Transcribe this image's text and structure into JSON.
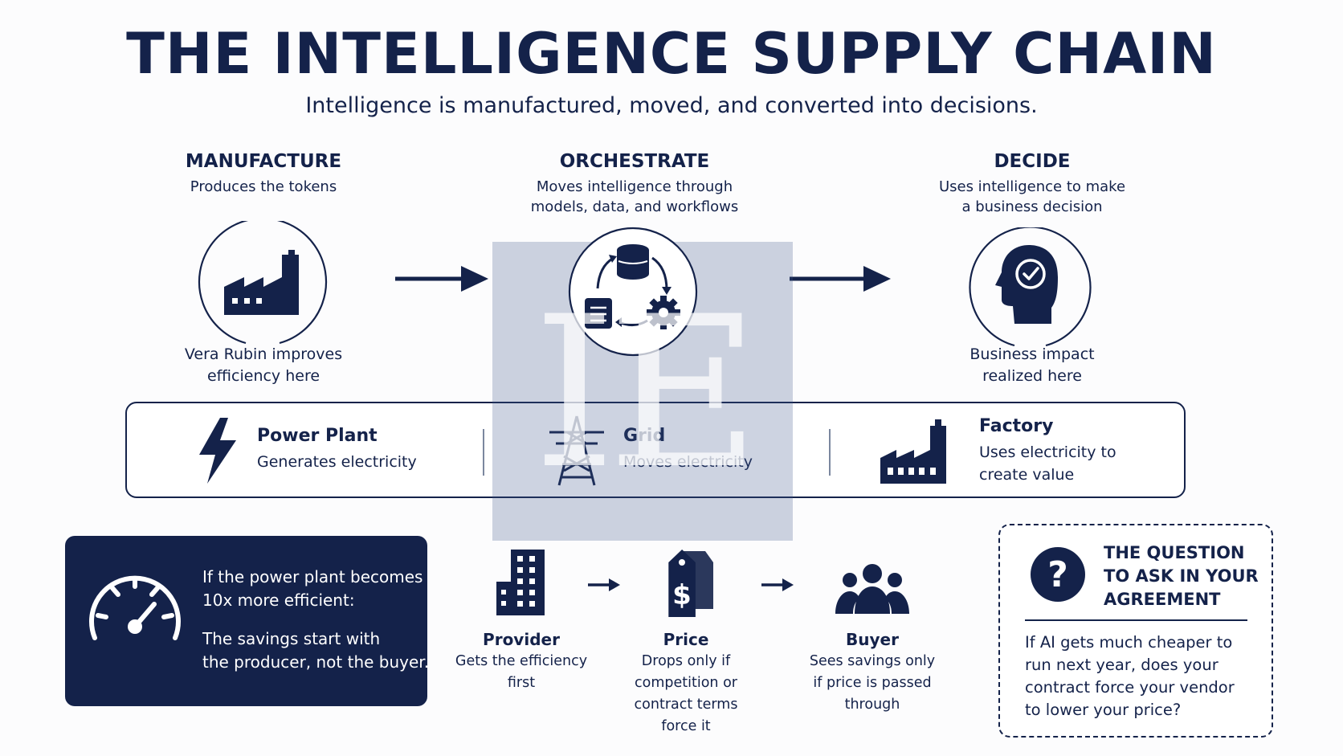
{
  "title": "THE INTELLIGENCE SUPPLY CHAIN",
  "subtitle": "Intelligence is manufactured, moved, and converted into decisions.",
  "stages": [
    {
      "heading": "MANUFACTURE",
      "desc_lines": [
        "Produces the tokens"
      ],
      "icon": "factory-icon",
      "note_lines": [
        "Vera Rubin improves",
        "efficiency here"
      ]
    },
    {
      "heading": "ORCHESTRATE",
      "desc_lines": [
        "Moves intelligence through",
        "models, data, and workflows"
      ],
      "icon": "workflow-cycle-icon",
      "note_lines": []
    },
    {
      "heading": "DECIDE",
      "desc_lines": [
        "Uses intelligence to make",
        "a business decision"
      ],
      "icon": "head-check-icon",
      "note_lines": [
        "Business impact",
        "realized here"
      ]
    }
  ],
  "analogy": [
    {
      "title": "Power Plant",
      "desc_lines": [
        "Generates electricity"
      ],
      "icon": "lightning-icon"
    },
    {
      "title": "Grid",
      "desc_lines": [
        "Moves electricity"
      ],
      "icon": "power-tower-icon"
    },
    {
      "title": "Factory",
      "desc_lines": [
        "Uses electricity to",
        "create value"
      ],
      "icon": "factory-icon"
    }
  ],
  "callout": {
    "icon": "speedometer-icon",
    "lines_top": [
      "If the power plant becomes",
      "10x more efficient:"
    ],
    "lines_bottom": [
      "The savings start with",
      "the producer, not the buyer."
    ]
  },
  "flow": [
    {
      "label": "Provider",
      "desc_lines": [
        "Gets the efficiency",
        "first"
      ],
      "icon": "building-icon"
    },
    {
      "label": "Price",
      "desc_lines": [
        "Drops only if",
        "competition or",
        "contract terms",
        "force it"
      ],
      "icon": "price-tag-icon"
    },
    {
      "label": "Buyer",
      "desc_lines": [
        "Sees savings only",
        "if price is passed",
        "through"
      ],
      "icon": "group-icon"
    }
  ],
  "question": {
    "icon": "question-mark-icon",
    "heading_lines": [
      "THE QUESTION",
      "TO ASK IN YOUR",
      "AGREEMENT"
    ],
    "body_lines": [
      "If AI gets much cheaper to",
      "run next year, does your",
      "contract force your vendor",
      "to lower your price?"
    ]
  },
  "watermark": "IE",
  "colors": {
    "navy": "#14224a",
    "background": "#fcfcfd",
    "watermark": "#c9d1de"
  }
}
